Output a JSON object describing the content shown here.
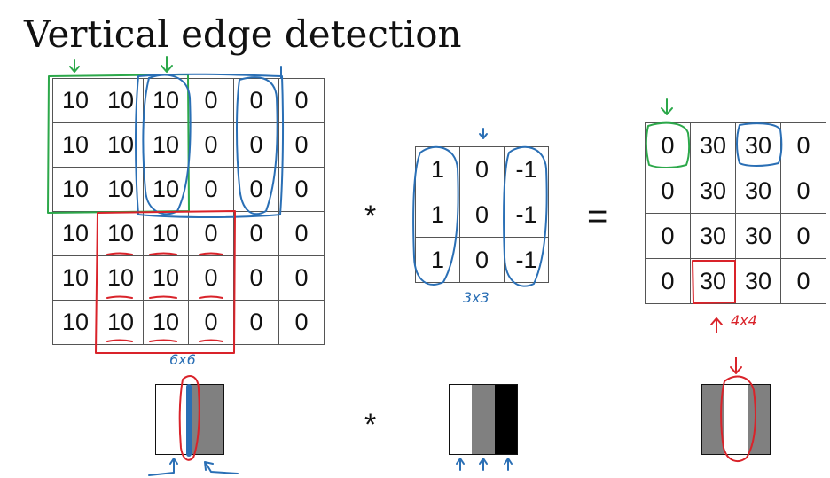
{
  "title": "Vertical edge detection",
  "image_matrix": [
    [
      "10",
      "10",
      "10",
      "0",
      "0",
      "0"
    ],
    [
      "10",
      "10",
      "10",
      "0",
      "0",
      "0"
    ],
    [
      "10",
      "10",
      "10",
      "0",
      "0",
      "0"
    ],
    [
      "10",
      "10",
      "10",
      "0",
      "0",
      "0"
    ],
    [
      "10",
      "10",
      "10",
      "0",
      "0",
      "0"
    ],
    [
      "10",
      "10",
      "10",
      "0",
      "0",
      "0"
    ]
  ],
  "filter_matrix": [
    [
      "1",
      "0",
      "-1"
    ],
    [
      "1",
      "0",
      "-1"
    ],
    [
      "1",
      "0",
      "-1"
    ]
  ],
  "output_matrix": [
    [
      "0",
      "30",
      "30",
      "0"
    ],
    [
      "0",
      "30",
      "30",
      "0"
    ],
    [
      "0",
      "30",
      "30",
      "0"
    ],
    [
      "0",
      "30",
      "30",
      "0"
    ]
  ],
  "operators": {
    "convolve": "*",
    "equals": "="
  },
  "annotations": {
    "image_size": "6x6",
    "filter_size": "3x3",
    "output_size": "4x4"
  },
  "visual_strips": {
    "image": [
      "#ffffff",
      "#808080"
    ],
    "filter": [
      "#ffffff",
      "#808080",
      "#000000"
    ],
    "output": [
      "#808080",
      "#ffffff",
      "#808080"
    ]
  },
  "colors": {
    "green": "#2ca84a",
    "blue": "#2a6fb5",
    "red": "#d9232a"
  }
}
